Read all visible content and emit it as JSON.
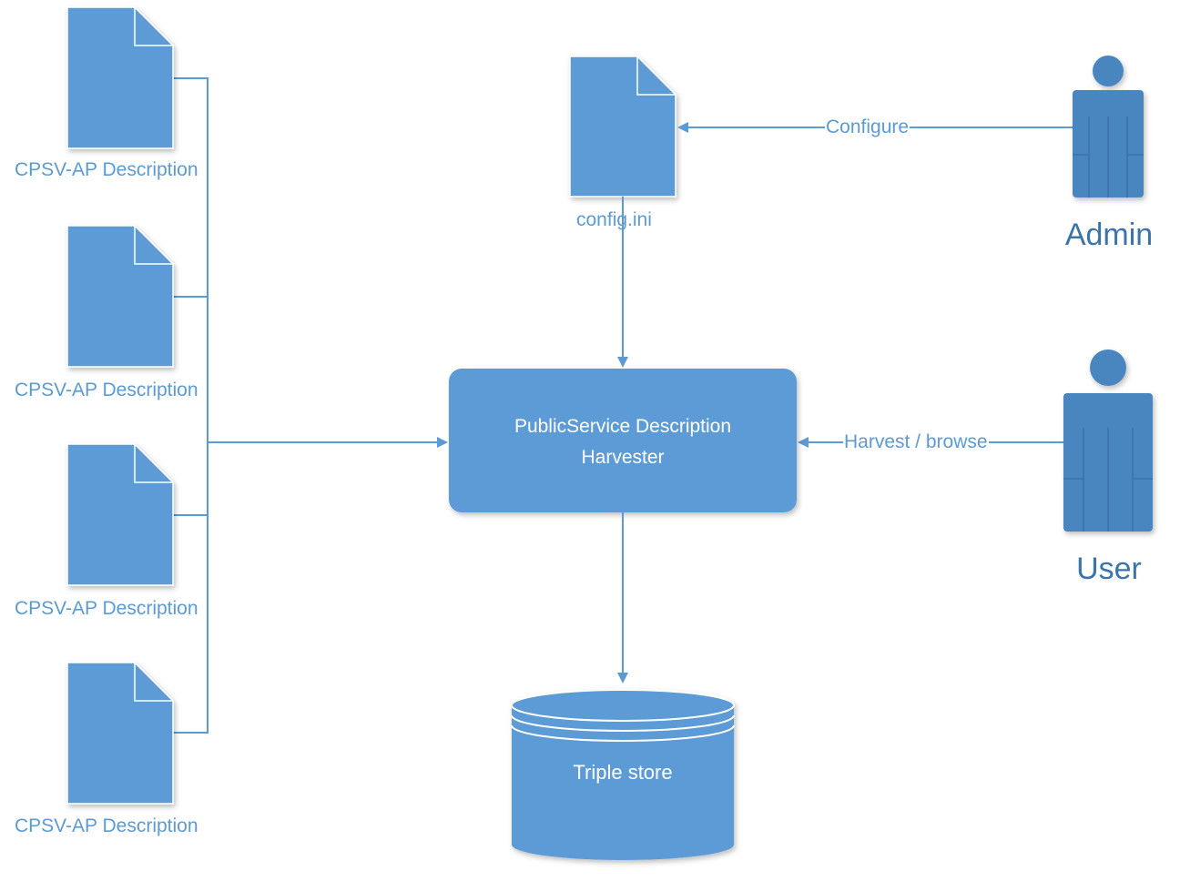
{
  "documents": [
    {
      "label": "CPSV-AP Description",
      "icon": "document-icon"
    },
    {
      "label": "CPSV-AP Description",
      "icon": "document-icon"
    },
    {
      "label": "CPSV-AP Description",
      "icon": "document-icon"
    },
    {
      "label": "CPSV-AP Description",
      "icon": "document-icon"
    }
  ],
  "config": {
    "label": "config.ini",
    "icon": "document-icon"
  },
  "harvester": {
    "line1": "PublicService Description",
    "line2": "Harvester"
  },
  "store": {
    "label": "Triple store",
    "icon": "database-icon"
  },
  "admin": {
    "label": "Admin",
    "icon": "person-icon"
  },
  "user": {
    "label": "User",
    "icon": "person-icon"
  },
  "edges": {
    "configure": "Configure",
    "harvest": "Harvest / browse"
  },
  "colors": {
    "fill": "#5b9bd5",
    "actor_fill": "#4a86bf",
    "line": "#5b9bd5",
    "text": "#5b9bd5"
  }
}
